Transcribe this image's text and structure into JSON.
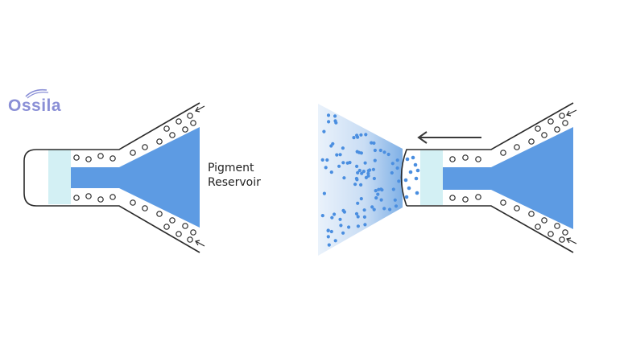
{
  "logo": {
    "text": "Ossila",
    "color": "#8a8fd6"
  },
  "label": {
    "line1": "Pigment",
    "line2": "Reservoir"
  },
  "colors": {
    "pigment": "#5d9be3",
    "chamber": "#d3f0f4",
    "outline": "#2a2a2a",
    "arrow": "#3a3a3a",
    "spray_dot": "#4a8ee0",
    "spray_light": "#e3eef9",
    "spray_dark": "#7fb0e6"
  },
  "icons": {
    "flow_arrow": "arrow-left-icon",
    "air_arrow": "air-flow-arrow-icon"
  }
}
